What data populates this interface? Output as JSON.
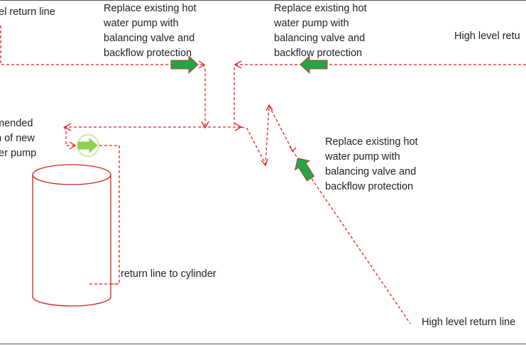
{
  "labels": {
    "top_left": "el return line",
    "pump_a": [
      "Replace existing hot",
      "water pump with",
      "balancing valve and",
      "backflow protection"
    ],
    "pump_b": [
      "Replace existing hot",
      "water pump with",
      "balancing valve and",
      "backflow protection"
    ],
    "top_right": "High level retu",
    "recommended": [
      "mended",
      "n of new",
      "ter pump"
    ],
    "pump_c": [
      "Replace existing hot",
      "water pump with",
      "balancing valve and",
      "backflow protection"
    ],
    "return_to_cylinder": "return line to cylinder",
    "bottom_right": "High level return line"
  },
  "colors": {
    "pipe": "#ee1c1c",
    "arrow_fill": "#22a447",
    "arrow_stroke": "#c0392b",
    "proposed_pump_fill": "#8fd14f",
    "proposed_pump_ring": "#cfe8b0",
    "cylinder_stroke": "#d42020",
    "frame": "#555555"
  },
  "icons": {
    "flow_arrow": "arrow-icon",
    "proposed_pump": "pump-icon",
    "cylinder": "cylinder-icon"
  }
}
